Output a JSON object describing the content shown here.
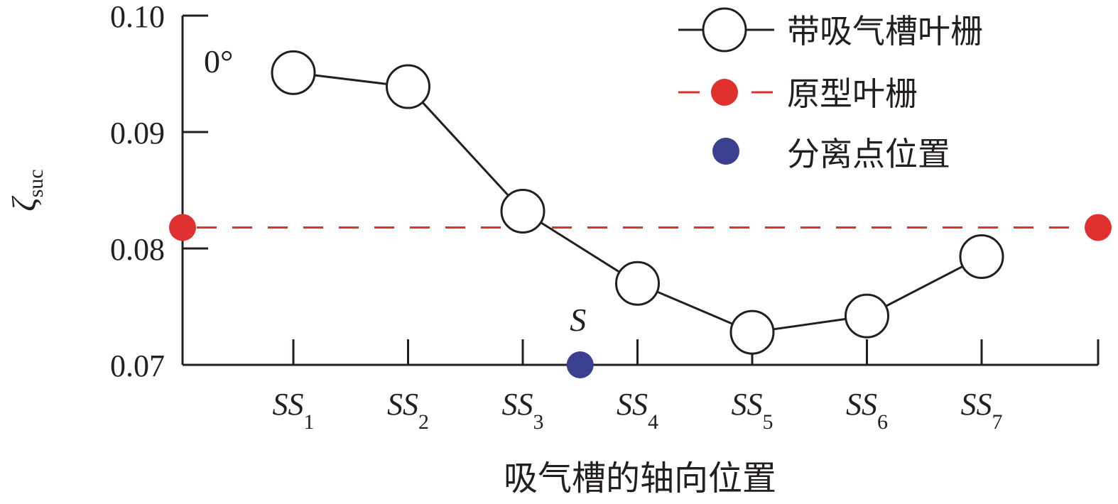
{
  "chart_data": {
    "type": "line",
    "x_categories": [
      {
        "main": "SS",
        "sub": "1"
      },
      {
        "main": "SS",
        "sub": "2"
      },
      {
        "main": "SS",
        "sub": "3"
      },
      {
        "main": "SS",
        "sub": "4"
      },
      {
        "main": "SS",
        "sub": "5"
      },
      {
        "main": "SS",
        "sub": "6"
      },
      {
        "main": "SS",
        "sub": "7"
      }
    ],
    "series": [
      {
        "name": "带吸气槽叶栅",
        "values": [
          0.0951,
          0.0939,
          0.0832,
          0.077,
          0.0728,
          0.0742,
          0.0793
        ],
        "color": "#231f20",
        "marker": "open-circle"
      }
    ],
    "reference": {
      "name": "原型叶栅",
      "value": 0.0818,
      "color": "#e03131",
      "style": "dashed"
    },
    "separation_point": {
      "name": "分离点位置",
      "label": "S",
      "x_position": 3.5,
      "value": 0.07,
      "color": "#3b3f8f"
    },
    "ylim": [
      0.07,
      0.1
    ],
    "yticks": [
      "0.07",
      "0.08",
      "0.09",
      "0.10"
    ],
    "ylabel": {
      "main": "ζ",
      "sub": "suc"
    },
    "xlabel": "吸气槽的轴向位置",
    "annotation": "0°",
    "legend_position": "top-right"
  }
}
